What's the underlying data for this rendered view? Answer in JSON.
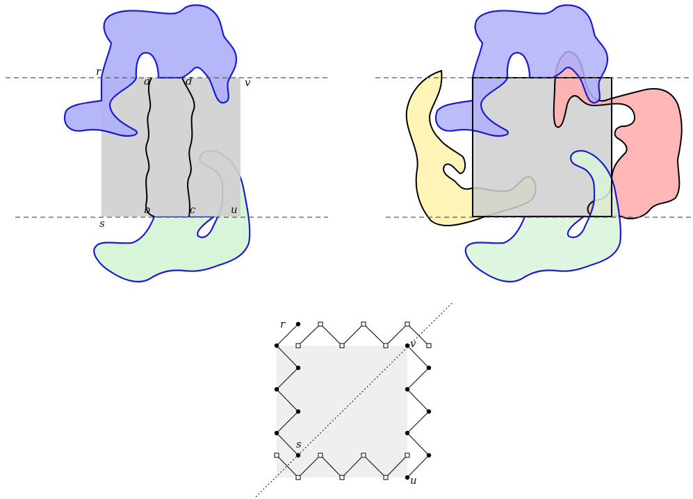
{
  "labels": {
    "r": "r",
    "v": "v",
    "s": "s",
    "u": "u",
    "a": "a",
    "b": "b",
    "c": "c",
    "d": "d"
  },
  "colors": {
    "blue_fill": "#b0b0fa",
    "blue_stroke": "#1a1ad6",
    "green_fill": "#d7f5d7",
    "gray_fill": "#cfcfcf",
    "yellow_fill": "#fff2b0",
    "red_fill": "#ffb0b0",
    "light_gray_fill": "#efefef"
  }
}
